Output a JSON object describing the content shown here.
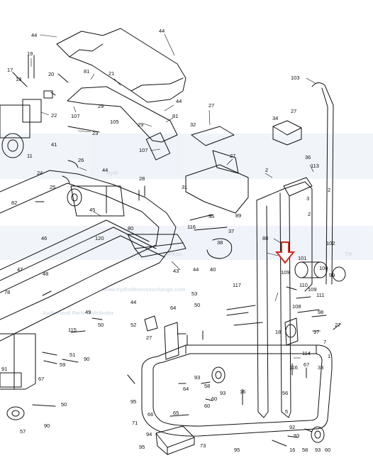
{
  "watermark": {
    "brand_line1": "Hydr",
    "brand_line2": "Fitness",
    "url": "www.hydrofitnessexchange.com",
    "tagline": "Authorized Parts Distributor",
    "mark": "TM"
  },
  "callouts": [
    {
      "id": "44a",
      "text": "44"
    },
    {
      "id": "44b",
      "text": "44"
    },
    {
      "id": "19",
      "text": "19"
    },
    {
      "id": "17",
      "text": "17"
    },
    {
      "id": "18",
      "text": "18"
    },
    {
      "id": "20",
      "text": "20"
    },
    {
      "id": "81a",
      "text": "81"
    },
    {
      "id": "21",
      "text": "21"
    },
    {
      "id": "22",
      "text": "22"
    },
    {
      "id": "107a",
      "text": "107"
    },
    {
      "id": "29a",
      "text": "29"
    },
    {
      "id": "105",
      "text": "105"
    },
    {
      "id": "44c",
      "text": "44"
    },
    {
      "id": "81b",
      "text": "81"
    },
    {
      "id": "29b",
      "text": "29"
    },
    {
      "id": "27a",
      "text": "27"
    },
    {
      "id": "23",
      "text": "23"
    },
    {
      "id": "32",
      "text": "32"
    },
    {
      "id": "34",
      "text": "34"
    },
    {
      "id": "27b",
      "text": "27"
    },
    {
      "id": "103",
      "text": "103"
    },
    {
      "id": "11",
      "text": "11"
    },
    {
      "id": "41",
      "text": "41"
    },
    {
      "id": "26",
      "text": "26"
    },
    {
      "id": "44d",
      "text": "44"
    },
    {
      "id": "107b",
      "text": "107"
    },
    {
      "id": "27c",
      "text": "27"
    },
    {
      "id": "36",
      "text": "36"
    },
    {
      "id": "113",
      "text": "113"
    },
    {
      "id": "24",
      "text": "24"
    },
    {
      "id": "25",
      "text": "25"
    },
    {
      "id": "28",
      "text": "28"
    },
    {
      "id": "31",
      "text": "31"
    },
    {
      "id": "2a",
      "text": "2"
    },
    {
      "id": "2b",
      "text": "2"
    },
    {
      "id": "3",
      "text": "3"
    },
    {
      "id": "82",
      "text": "82"
    },
    {
      "id": "45",
      "text": "45"
    },
    {
      "id": "89",
      "text": "89"
    },
    {
      "id": "35",
      "text": "35"
    },
    {
      "id": "2c",
      "text": "2"
    },
    {
      "id": "46",
      "text": "46"
    },
    {
      "id": "120",
      "text": "120"
    },
    {
      "id": "80",
      "text": "80"
    },
    {
      "id": "116a",
      "text": "116"
    },
    {
      "id": "37",
      "text": "37"
    },
    {
      "id": "88",
      "text": "88"
    },
    {
      "id": "102",
      "text": "102"
    },
    {
      "id": "38",
      "text": "38"
    },
    {
      "id": "101",
      "text": "101"
    },
    {
      "id": "47",
      "text": "47"
    },
    {
      "id": "48",
      "text": "48"
    },
    {
      "id": "43",
      "text": "43"
    },
    {
      "id": "44e",
      "text": "44"
    },
    {
      "id": "40",
      "text": "40"
    },
    {
      "id": "100",
      "text": "100"
    },
    {
      "id": "109a",
      "text": "109"
    },
    {
      "id": "99",
      "text": "99"
    },
    {
      "id": "117",
      "text": "117"
    },
    {
      "id": "53",
      "text": "53"
    },
    {
      "id": "110",
      "text": "110"
    },
    {
      "id": "109b",
      "text": "109"
    },
    {
      "id": "111",
      "text": "111"
    },
    {
      "id": "78",
      "text": "78"
    },
    {
      "id": "49",
      "text": "49"
    },
    {
      "id": "44f",
      "text": "44"
    },
    {
      "id": "64",
      "text": "64"
    },
    {
      "id": "50a",
      "text": "50"
    },
    {
      "id": "108",
      "text": "108"
    },
    {
      "id": "98",
      "text": "98"
    },
    {
      "id": "52",
      "text": "52"
    },
    {
      "id": "50b",
      "text": "50"
    },
    {
      "id": "115",
      "text": "115"
    },
    {
      "id": "97",
      "text": "97"
    },
    {
      "id": "27d",
      "text": "27"
    },
    {
      "id": "18b",
      "text": "18"
    },
    {
      "id": "27e",
      "text": "27"
    },
    {
      "id": "51",
      "text": "51"
    },
    {
      "id": "59",
      "text": "59"
    },
    {
      "id": "90a",
      "text": "90"
    },
    {
      "id": "114",
      "text": "114"
    },
    {
      "id": "7",
      "text": "7"
    },
    {
      "id": "91",
      "text": "91"
    },
    {
      "id": "67a",
      "text": "67"
    },
    {
      "id": "93a",
      "text": "93"
    },
    {
      "id": "116b",
      "text": "116"
    },
    {
      "id": "67b",
      "text": "67"
    },
    {
      "id": "33",
      "text": "33"
    },
    {
      "id": "1",
      "text": "1"
    },
    {
      "id": "64b",
      "text": "64"
    },
    {
      "id": "58a",
      "text": "58"
    },
    {
      "id": "93b",
      "text": "93"
    },
    {
      "id": "56",
      "text": "56"
    },
    {
      "id": "60a",
      "text": "60"
    },
    {
      "id": "16a",
      "text": "16"
    },
    {
      "id": "95a",
      "text": "95"
    },
    {
      "id": "60b",
      "text": "60"
    },
    {
      "id": "50c",
      "text": "50"
    },
    {
      "id": "66",
      "text": "66"
    },
    {
      "id": "5",
      "text": "5"
    },
    {
      "id": "65",
      "text": "65"
    },
    {
      "id": "71",
      "text": "71"
    },
    {
      "id": "90b",
      "text": "90"
    },
    {
      "id": "57",
      "text": "57"
    },
    {
      "id": "94",
      "text": "94"
    },
    {
      "id": "92",
      "text": "92"
    },
    {
      "id": "73",
      "text": "73"
    },
    {
      "id": "95b",
      "text": "95"
    },
    {
      "id": "95c",
      "text": "95"
    },
    {
      "id": "16b",
      "text": "16"
    },
    {
      "id": "93c",
      "text": "93"
    },
    {
      "id": "58b",
      "text": "58"
    },
    {
      "id": "93d",
      "text": "93"
    },
    {
      "id": "60c",
      "text": "60"
    }
  ],
  "accent_arrow_color": "#d6281f"
}
